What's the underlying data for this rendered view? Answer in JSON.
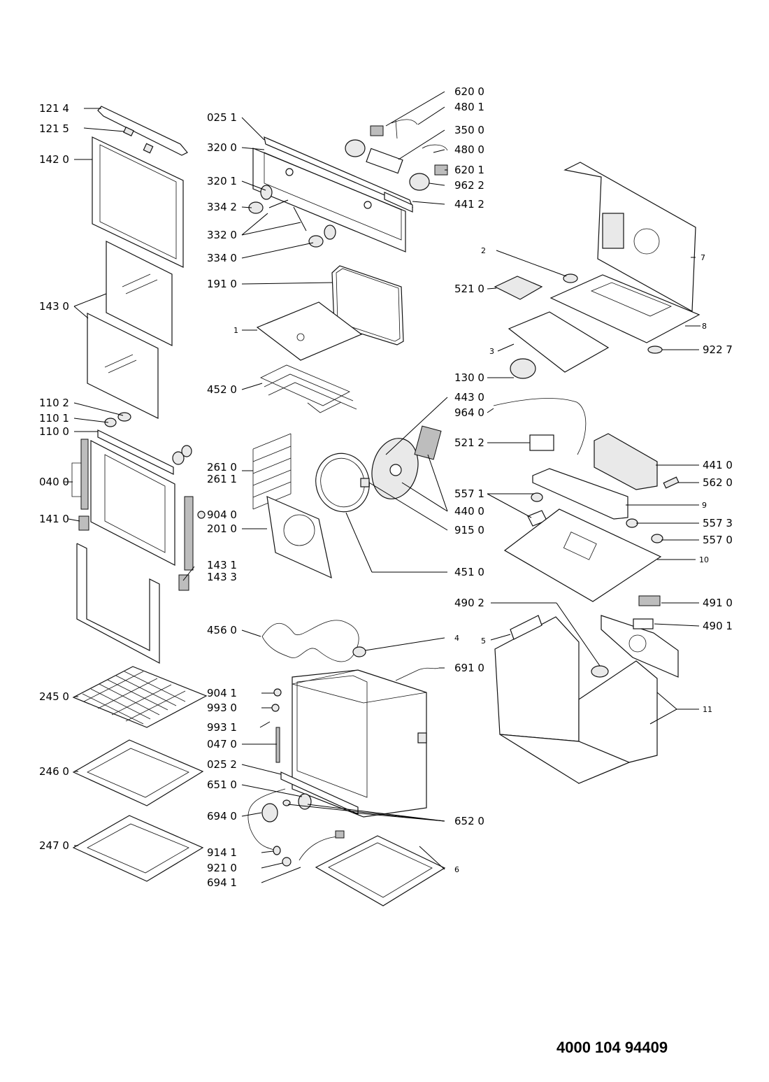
{
  "document_number": "4000 104 94409",
  "labels": {
    "l1214": "121 4",
    "l1215": "121 5",
    "l1420": "142 0",
    "l1430": "143 0",
    "l1102": "110 2",
    "l1101": "110 1",
    "l1100": "110 0",
    "l0400": "040 0",
    "l1410": "141 0",
    "l2450": "245 0",
    "l2460": "246 0",
    "l2470": "247 0",
    "l0251": "025 1",
    "l3200": "320 0",
    "l3201": "320 1",
    "l3342": "334 2",
    "l3320": "332 0",
    "l3340": "334 0",
    "l1910": "191 0",
    "l1": "1",
    "l4520": "452 0",
    "l2610": "261 0",
    "l2611": "261 1",
    "l9040": "904 0",
    "l2010": "201 0",
    "l1431": "143 1",
    "l1433": "143 3",
    "l4560": "456 0",
    "l9041": "904 1",
    "l9930": "993 0",
    "l9931": "993 1",
    "l0470": "047 0",
    "l0252": "025 2",
    "l6510": "651 0",
    "l6940": "694 0",
    "l9141": "914 1",
    "l9210": "921 0",
    "l6941": "694 1",
    "l6200": "620 0",
    "l4801": "480 1",
    "l3500": "350 0",
    "l4800": "480 0",
    "l6201": "620 1",
    "l9622": "962 2",
    "l4412": "441 2",
    "l2": "2",
    "l7": "7",
    "l5210": "521 0",
    "l8": "8",
    "l3": "3",
    "l9227": "922 7",
    "l1300": "130 0",
    "l4430": "443 0",
    "l9640": "964 0",
    "l5212": "521 2",
    "l4410": "441 0",
    "l5620": "562 0",
    "l5571": "557 1",
    "l4400": "440 0",
    "l9": "9",
    "l5573": "557 3",
    "l5570": "557 0",
    "l9150": "915 0",
    "l10": "10",
    "l4510": "451 0",
    "l4902": "490 2",
    "l4910": "491 0",
    "l4": "4",
    "l5": "5",
    "l4901": "490 1",
    "l6910": "691 0",
    "l11": "11",
    "l6520": "652 0",
    "l6": "6"
  }
}
